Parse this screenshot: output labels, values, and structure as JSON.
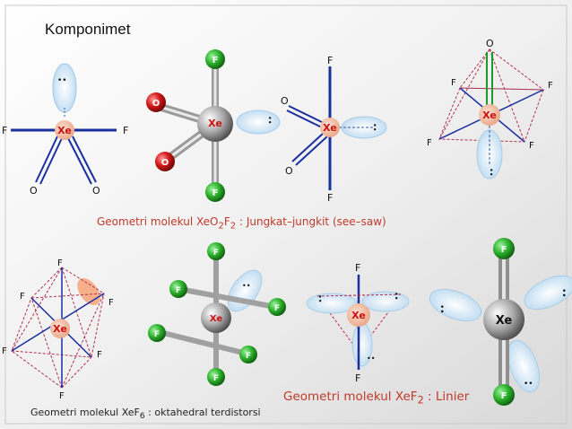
{
  "header": {
    "title": "Komponimet"
  },
  "captions": {
    "see_saw": {
      "prefix": "Geometri molekul XeO",
      "sub1": "2",
      "mid": "F",
      "sub2": "2",
      "suffix": " : Jungkat–jungkit (see–saw)"
    },
    "linear": {
      "prefix": "Geometri molekul XeF",
      "sub": "2",
      "suffix": " : Linier"
    },
    "octahedral": {
      "prefix": "Geometri molekul XeF",
      "sub": "6",
      "suffix": " : oktahedral terdistorsi"
    }
  },
  "atoms": {
    "xe": "Xe",
    "f": "F",
    "o": "O",
    "lone_pair": "••"
  },
  "colors": {
    "xe_label": "#cc1111",
    "xe_fill": "#f2c4ad",
    "bond_blue": "#1a2fa0",
    "bond_green": "#1a9a2a",
    "lone_pair_fill": "#cfe6f7",
    "dashed": "#b03050",
    "caption_red": "#c0392b"
  }
}
